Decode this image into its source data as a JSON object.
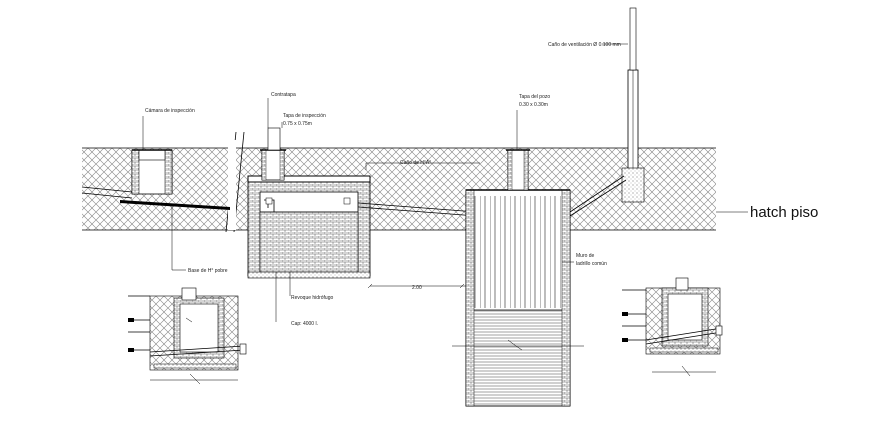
{
  "labels": {
    "camara_inspeccion": "Cámara de inspección",
    "contratapa": "Contratapa",
    "tapa_inspeccion": "Tapa de inspección",
    "tapa_inspeccion_dim": "0.75 x 0.75m",
    "tapa_pozo": "Tapa del pozo",
    "tapa_pozo_dim": "0.30 x 0.30m",
    "cano_ventilacion": "Caño de ventilación Ø 0.100 mm",
    "caneria": "Caño de H°A°",
    "muro_ladrillo_1": "Muro de",
    "muro_ladrillo_2": "ladrillo común",
    "base_ha": "Base de H° pobre",
    "revoque": "Revoque hidrófugo",
    "capacidad": "Cap: 4000 l.",
    "dimension": "2.00",
    "hatch_piso": "hatch piso"
  },
  "colors": {
    "line": "#000000",
    "hatch": "#777777",
    "background": "#ffffff"
  }
}
